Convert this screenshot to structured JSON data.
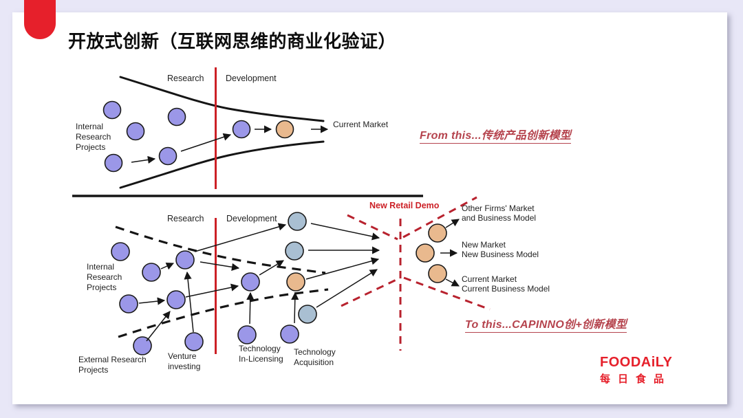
{
  "slide": {
    "title": "开放式创新（互联网思维的商业化验证）"
  },
  "colors": {
    "background": "#e8e7f7",
    "accent_red": "#e6202b",
    "line_red": "#cc2026",
    "dashed_red": "#b8222e",
    "annot_red": "#b5434d",
    "circle_purple": "#9b97e8",
    "circle_gray": "#a9bfd2",
    "circle_orange": "#e9b98e"
  },
  "top_diagram": {
    "research_label": "Research",
    "development_label": "Development",
    "internal_research_projects": "Internal\nResearch\nProjects",
    "current_market_label": "Current Market",
    "annotation": "From this...传统产品创新模型"
  },
  "bottom_diagram": {
    "research_label": "Research",
    "development_label": "Development",
    "new_retail_demo_label": "New Retail Demo",
    "internal_research_projects": "Internal\nResearch\nProjects",
    "external_research_projects": "External Research\nProjects",
    "venture_investing": "Venture\ninvesting",
    "technology_in_licensing": "Technology\nIn-Licensing",
    "technology_acquisition": "Technology\nAcquisition",
    "outcome_other_firms": "Other Firms' Market\nand Business Model",
    "outcome_new_market": "New Market\nNew Business Model",
    "outcome_current_market": "Current Market\nCurrent Business Model",
    "annotation": "To this...CAPINNO创+创新模型"
  },
  "logo": {
    "name": "FOODAiLY",
    "chinese": "每日食品"
  }
}
